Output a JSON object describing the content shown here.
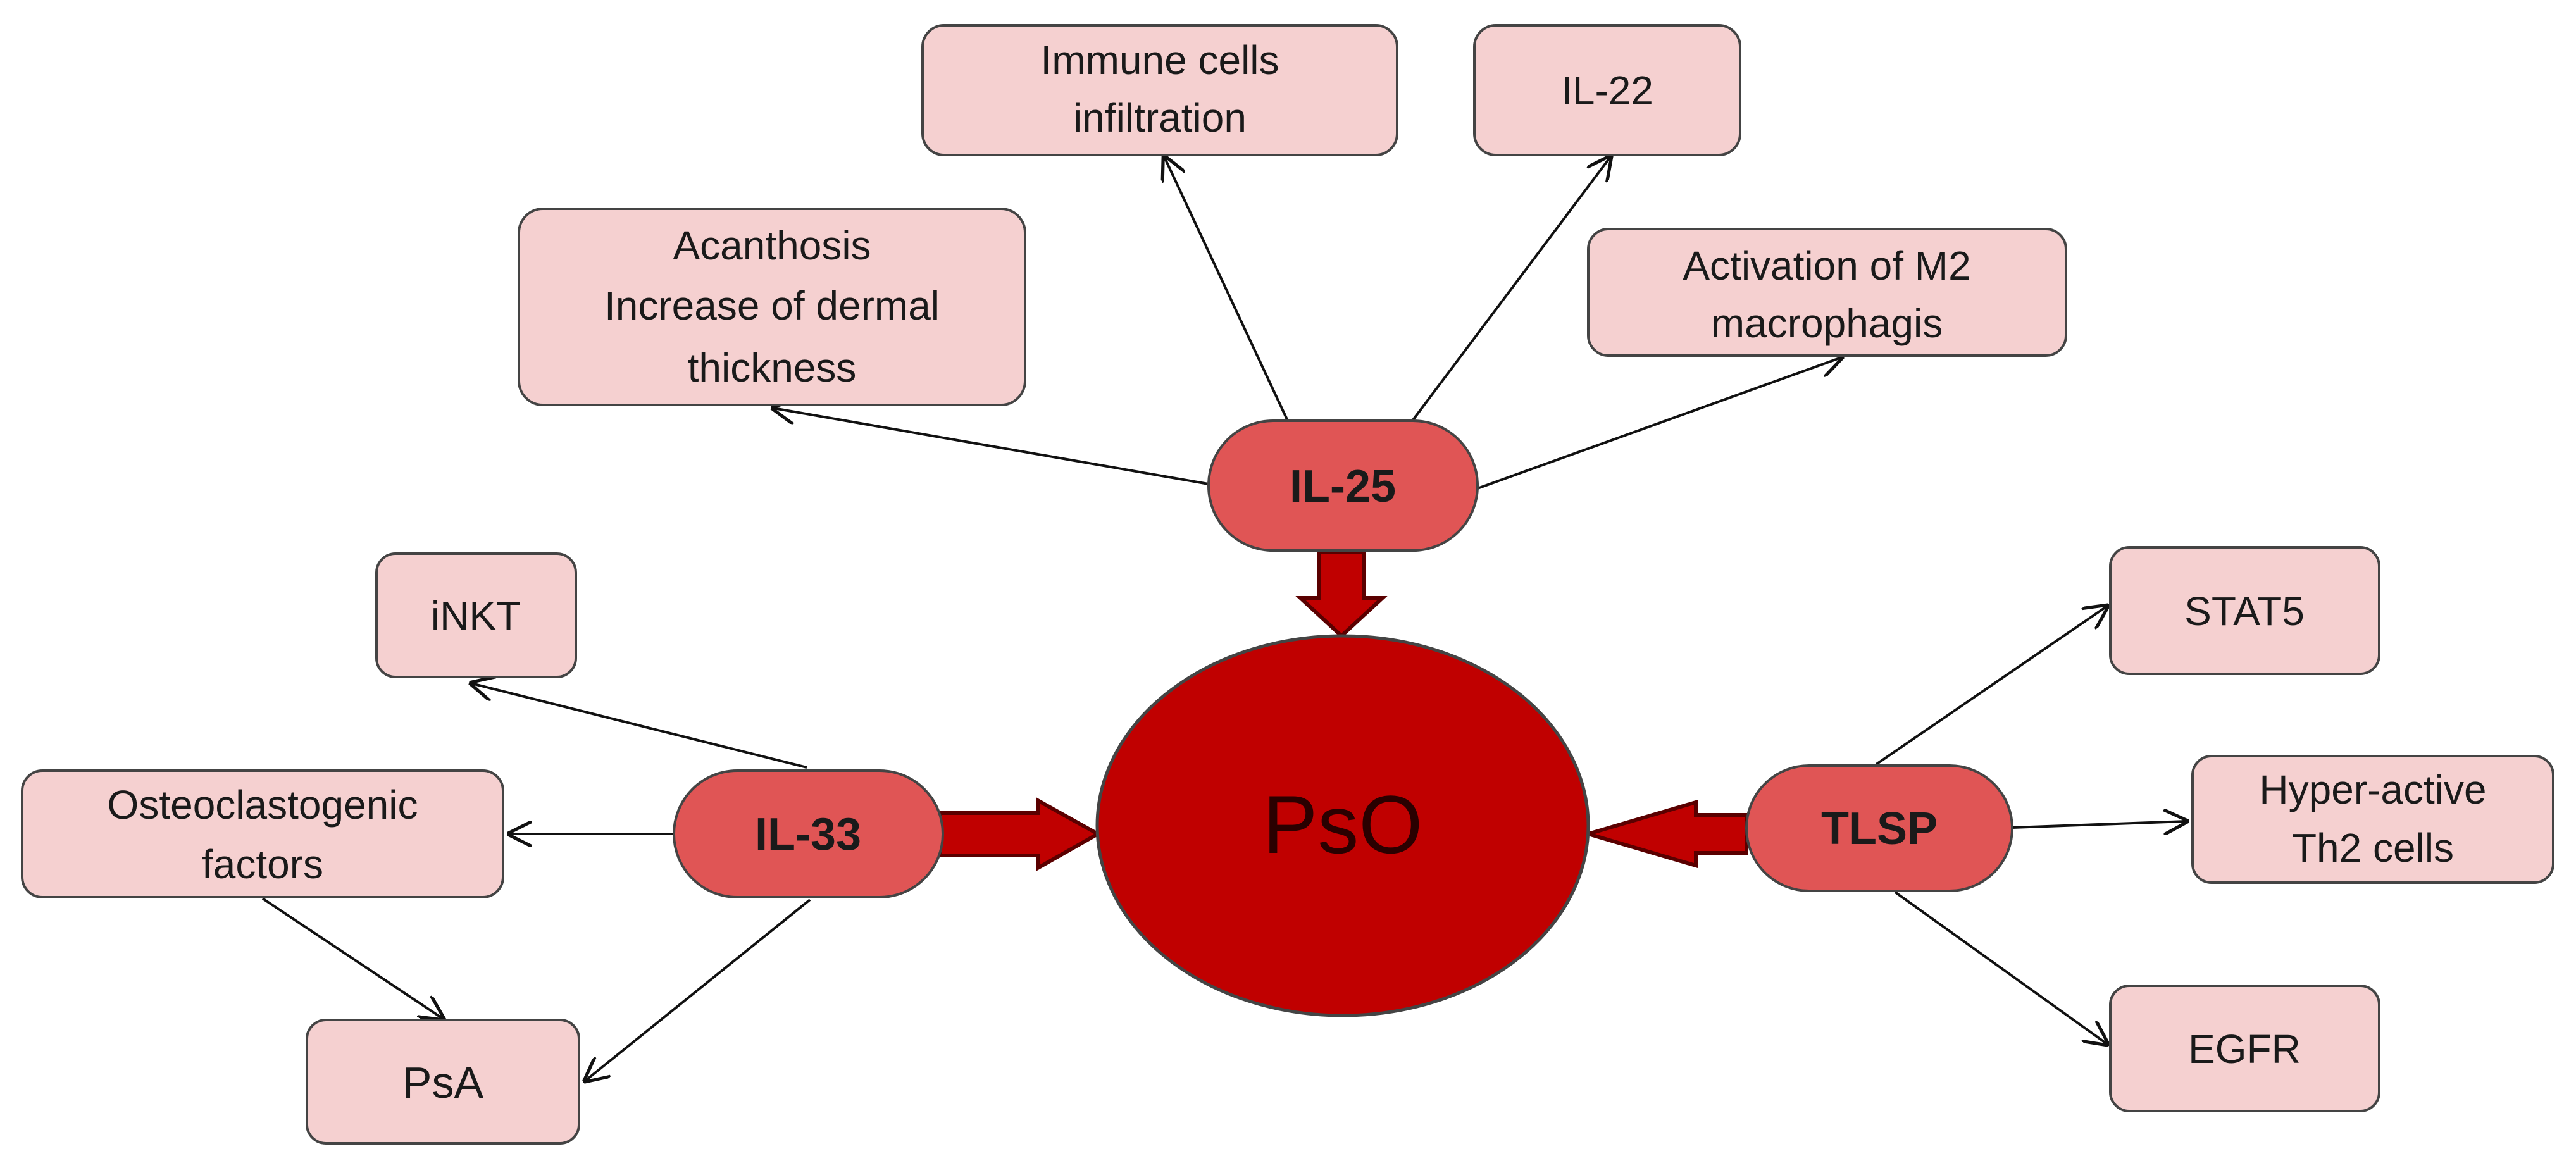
{
  "center": {
    "label": "PsO"
  },
  "nodes": {
    "il25": {
      "label": "IL-25"
    },
    "il33": {
      "label": "IL-33"
    },
    "tlsp": {
      "label": "TLSP"
    }
  },
  "effects": {
    "acanthosis": [
      "Acanthosis",
      "Increase of dermal",
      "thickness"
    ],
    "immune_cells": [
      "Immune cells",
      "infiltration"
    ],
    "il22": [
      "IL-22"
    ],
    "m2": [
      "Activation of M2",
      "macrophagis"
    ],
    "inkt": [
      "iNKT"
    ],
    "osteo": [
      "Osteoclastogenic",
      "factors"
    ],
    "psa": [
      "PsA"
    ],
    "stat5": [
      "STAT5"
    ],
    "th2": [
      "Hyper-active",
      "Th2 cells"
    ],
    "egfr": [
      "EGFR"
    ]
  },
  "colors": {
    "effect_box_fill": "#f5d0d0",
    "node_fill": "#e05555",
    "center_fill": "#c00000",
    "thick_arrow": "#c00000"
  }
}
